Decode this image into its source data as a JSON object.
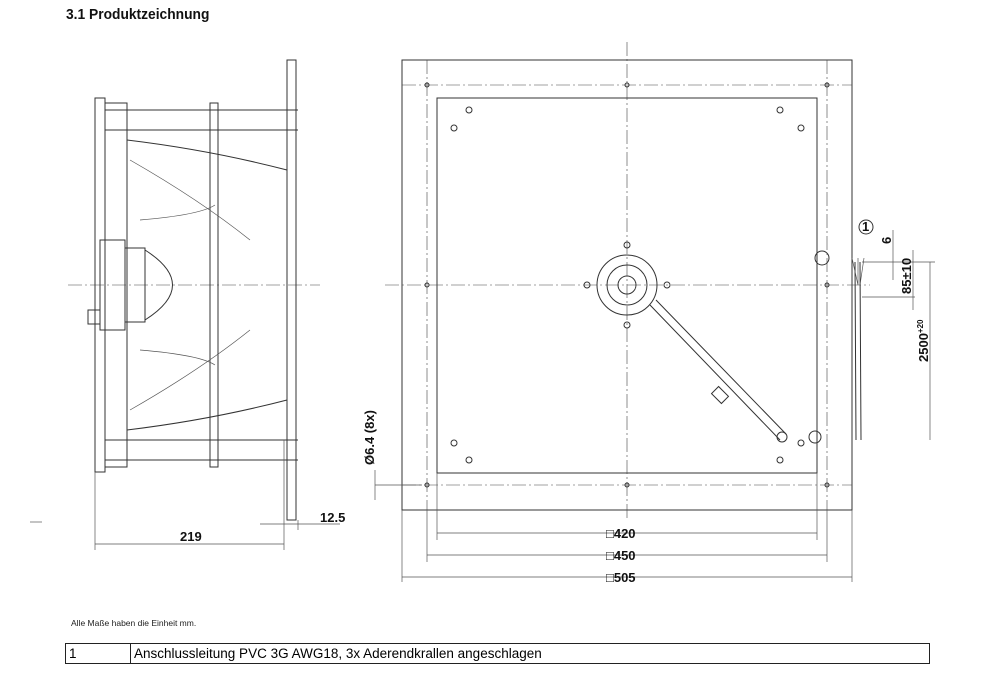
{
  "title": "3.1 Produktzeichnung",
  "dimensions": {
    "depth": "219",
    "flange": "12.5",
    "hole": "Ø6.4 (8x)",
    "sq420": "□420",
    "sq450": "□450",
    "sq505": "□505",
    "strip": "6",
    "wire_end": "85±10",
    "cable_length": "2500",
    "cable_tol": "+20",
    "callout": "1"
  },
  "note": "Alle Maße haben die Einheit mm.",
  "legend": [
    {
      "number": "1",
      "description": "Anschlussleitung PVC 3G AWG18, 3x Aderendkrallen angeschlagen"
    }
  ]
}
